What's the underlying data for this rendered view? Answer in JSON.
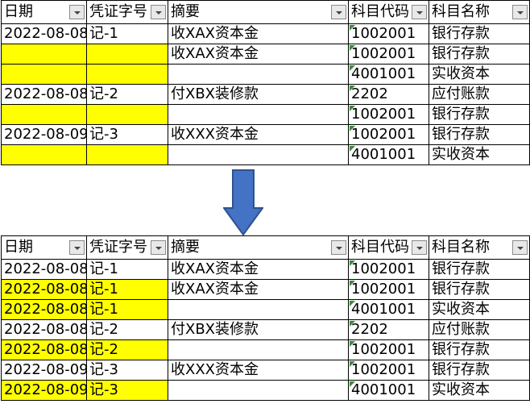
{
  "headers": [
    "日期",
    "凭证字号",
    "摘要",
    "科目代码",
    "科目名称"
  ],
  "colors": {
    "highlight": "#ffff00",
    "arrow_fill": "#4472c4",
    "arrow_stroke": "#2f528f",
    "code_marker": "#3c8a3c"
  },
  "icons": {
    "filter": "chevron-down-icon",
    "arrow": "arrow-down-icon",
    "error_marker": "green-triangle-icon"
  },
  "before": {
    "rows": [
      {
        "date": "2022-08-08",
        "voucher": "记-1",
        "summary": "收XAX资本金",
        "code": "1002001",
        "name": "银行存款",
        "hl": false
      },
      {
        "date": "",
        "voucher": "",
        "summary": "收XAX资本金",
        "code": "1002001",
        "name": "银行存款",
        "hl": true
      },
      {
        "date": "",
        "voucher": "",
        "summary": "",
        "code": "4001001",
        "name": "实收资本",
        "hl": true
      },
      {
        "date": "2022-08-08",
        "voucher": "记-2",
        "summary": "付XBX装修款",
        "code": "2202",
        "name": "应付账款",
        "hl": false
      },
      {
        "date": "",
        "voucher": "",
        "summary": "",
        "code": "1002001",
        "name": "银行存款",
        "hl": true
      },
      {
        "date": "2022-08-09",
        "voucher": "记-3",
        "summary": "收XXX资本金",
        "code": "1002001",
        "name": "银行存款",
        "hl": false
      },
      {
        "date": "",
        "voucher": "",
        "summary": "",
        "code": "4001001",
        "name": "实收资本",
        "hl": true
      }
    ]
  },
  "after": {
    "rows": [
      {
        "date": "2022-08-08",
        "voucher": "记-1",
        "summary": "收XAX资本金",
        "code": "1002001",
        "name": "银行存款",
        "hl": false
      },
      {
        "date": "2022-08-08",
        "voucher": "记-1",
        "summary": "收XAX资本金",
        "code": "1002001",
        "name": "银行存款",
        "hl": true
      },
      {
        "date": "2022-08-08",
        "voucher": "记-1",
        "summary": "",
        "code": "4001001",
        "name": "实收资本",
        "hl": true
      },
      {
        "date": "2022-08-08",
        "voucher": "记-2",
        "summary": "付XBX装修款",
        "code": "2202",
        "name": "应付账款",
        "hl": false
      },
      {
        "date": "2022-08-08",
        "voucher": "记-2",
        "summary": "",
        "code": "1002001",
        "name": "银行存款",
        "hl": true
      },
      {
        "date": "2022-08-09",
        "voucher": "记-3",
        "summary": "收XXX资本金",
        "code": "1002001",
        "name": "银行存款",
        "hl": false
      },
      {
        "date": "2022-08-09",
        "voucher": "记-3",
        "summary": "",
        "code": "4001001",
        "name": "实收资本",
        "hl": true
      }
    ]
  }
}
